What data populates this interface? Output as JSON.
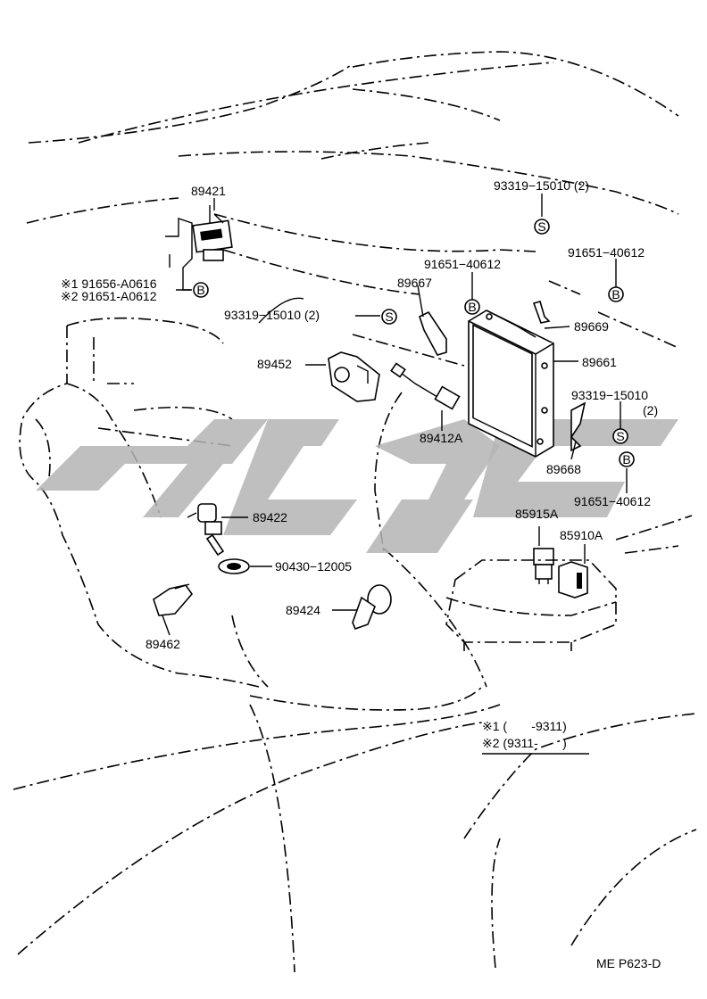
{
  "diagram": {
    "parts": {
      "p89421": "89421",
      "p93319_top": "93319−15010 (2)",
      "p91651_top_right": "91651−40612",
      "p91651_mid": "91651−40612",
      "p89667": "89667",
      "p93319_left": "93319−15010 (2)",
      "p89669": "89669",
      "p89452": "89452",
      "p89661": "89661",
      "p93319_right": "93319−15010",
      "p93319_right_qty": "(2)",
      "p89412A": "89412A",
      "p89668": "89668",
      "p91651_lower": "91651−40612",
      "p89422": "89422",
      "p85915A": "85915A",
      "p85910A": "85910A",
      "p90430": "90430−12005",
      "p89424": "89424",
      "p89462": "89462",
      "note1_part": "※1 91656-A0616",
      "note2_part": "※2 91651-A0612"
    },
    "symbols": {
      "s": "S",
      "b": "B"
    },
    "notes": {
      "n1": "※1 (       -9311)",
      "n2": "※2 (9311-       )"
    },
    "page_code": "ME P623-D"
  }
}
